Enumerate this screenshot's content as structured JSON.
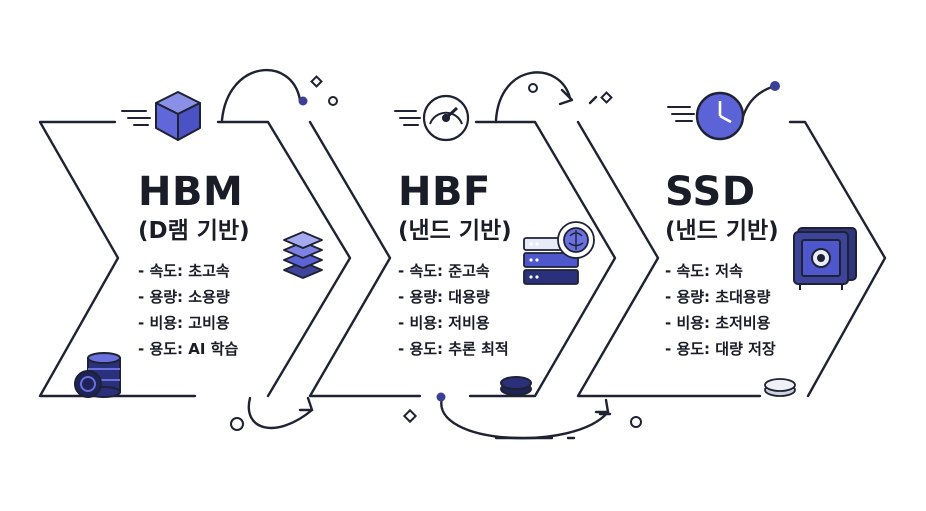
{
  "stages": [
    {
      "title": "HBM",
      "subtitle": "(D램 기반)",
      "items": [
        "- 속도: 초고속",
        "- 용량: 소용량",
        "- 비용: 고비용",
        "- 용도: AI 학습"
      ],
      "icons": [
        "cube-icon",
        "stacked-layers-icon",
        "coin-stack-icon"
      ]
    },
    {
      "title": "HBF",
      "subtitle": "(낸드 기반)",
      "items": [
        "- 속도: 준고속",
        "- 용량: 대용량",
        "- 비용: 저비용",
        "- 용도: 추론 최적"
      ],
      "icons": [
        "speedometer-icon",
        "server-brain-icon",
        "coin-icon"
      ]
    },
    {
      "title": "SSD",
      "subtitle": "(낸드 기반)",
      "items": [
        "- 속도: 저속",
        "- 용량: 초대용량",
        "- 비용: 초저비용",
        "- 용도: 대량 저장"
      ],
      "icons": [
        "clock-icon",
        "safe-icon",
        "coin-icon"
      ]
    }
  ],
  "colors": {
    "outline": "#1e2233",
    "accent_blue": "#5b63d6",
    "navy": "#252a63",
    "light_gray": "#e6e6ee"
  }
}
